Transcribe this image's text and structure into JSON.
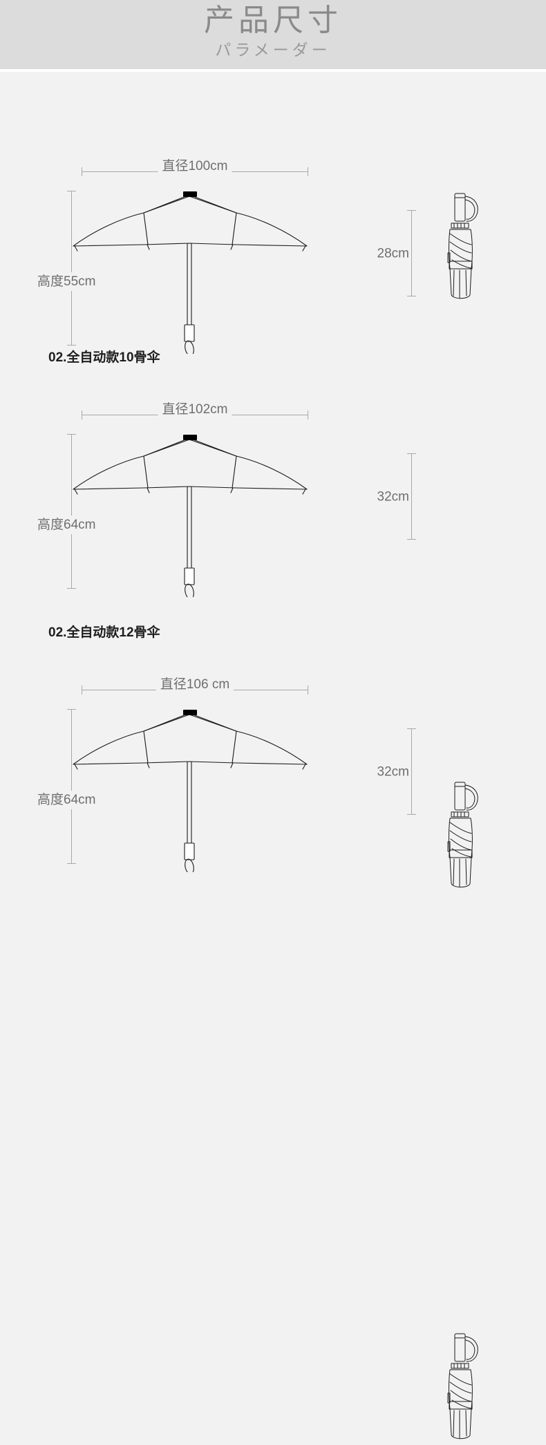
{
  "header": {
    "title": "产品尺寸",
    "subtitle": "パラメーダー"
  },
  "sections": [
    {
      "id": "section-1",
      "heading": null,
      "open_umbrella": {
        "diameter_label": "直径100cm",
        "height_label": "高度55cm"
      },
      "folded_umbrella": {
        "length_label": "28cm"
      }
    },
    {
      "id": "section-2",
      "heading": "02.全自动款10骨伞",
      "open_umbrella": {
        "diameter_label": "直径102cm",
        "height_label": "高度64cm"
      },
      "folded_umbrella": {
        "length_label": "32cm"
      }
    },
    {
      "id": "section-3",
      "heading": "02.全自动款12骨伞",
      "open_umbrella": {
        "diameter_label": "直径106 cm",
        "height_label": "高度64cm"
      },
      "folded_umbrella": {
        "length_label": "32cm"
      }
    }
  ],
  "colors": {
    "header_band": "#dcdcdc",
    "page_background": "#f2f2f2",
    "heading_text": "#1d1d1d",
    "dimension_text": "#6e6e6e",
    "dimension_line": "#a8a8a8",
    "drawing_stroke": "#1a1a1a",
    "finial_fill": "#000000"
  }
}
